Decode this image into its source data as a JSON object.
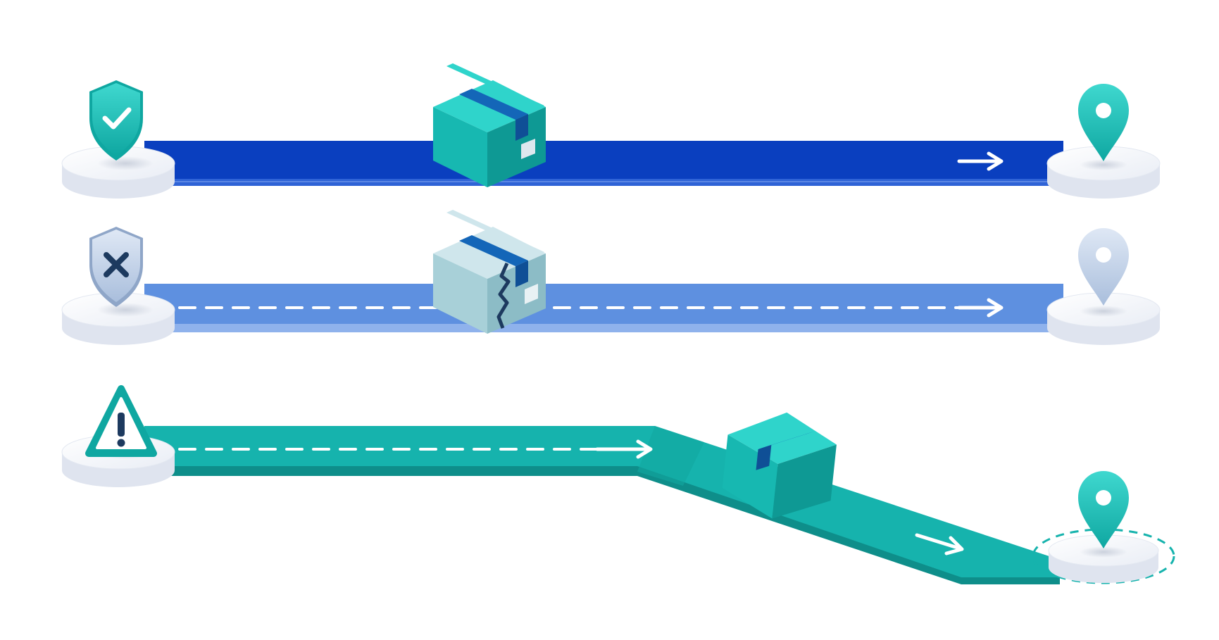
{
  "colors": {
    "background": "#ffffff",
    "secure_track": "#0a3fbf",
    "secure_track_edge": "#2f63d6",
    "failed_track": "#5e90e0",
    "failed_track_edge": "#8fb2ec",
    "rerouted_track": "#16b3ad",
    "rerouted_track_edge": "#0e8e8a",
    "teal_accent": "#1fc2bb",
    "muted_accent": "#a9bedc",
    "platform_top": "#f4f6fb",
    "platform_side": "#dfe4ef"
  },
  "routes": [
    {
      "name": "secure-delivery",
      "status_icon": "shield-check-icon",
      "package_icon": "intact-box-icon",
      "destination_icon": "location-pin-icon",
      "line_style": "solid",
      "direction": "arrow-right"
    },
    {
      "name": "failed-delivery",
      "status_icon": "shield-x-icon",
      "package_icon": "damaged-box-icon",
      "destination_icon": "location-pin-muted-icon",
      "line_style": "dashed",
      "direction": "arrow-right"
    },
    {
      "name": "rerouted-delivery",
      "status_icon": "warning-triangle-icon",
      "package_icon": "tilted-box-icon",
      "destination_icon": "location-pin-icon",
      "line_style": "dashed",
      "direction": "arrow-right"
    }
  ]
}
